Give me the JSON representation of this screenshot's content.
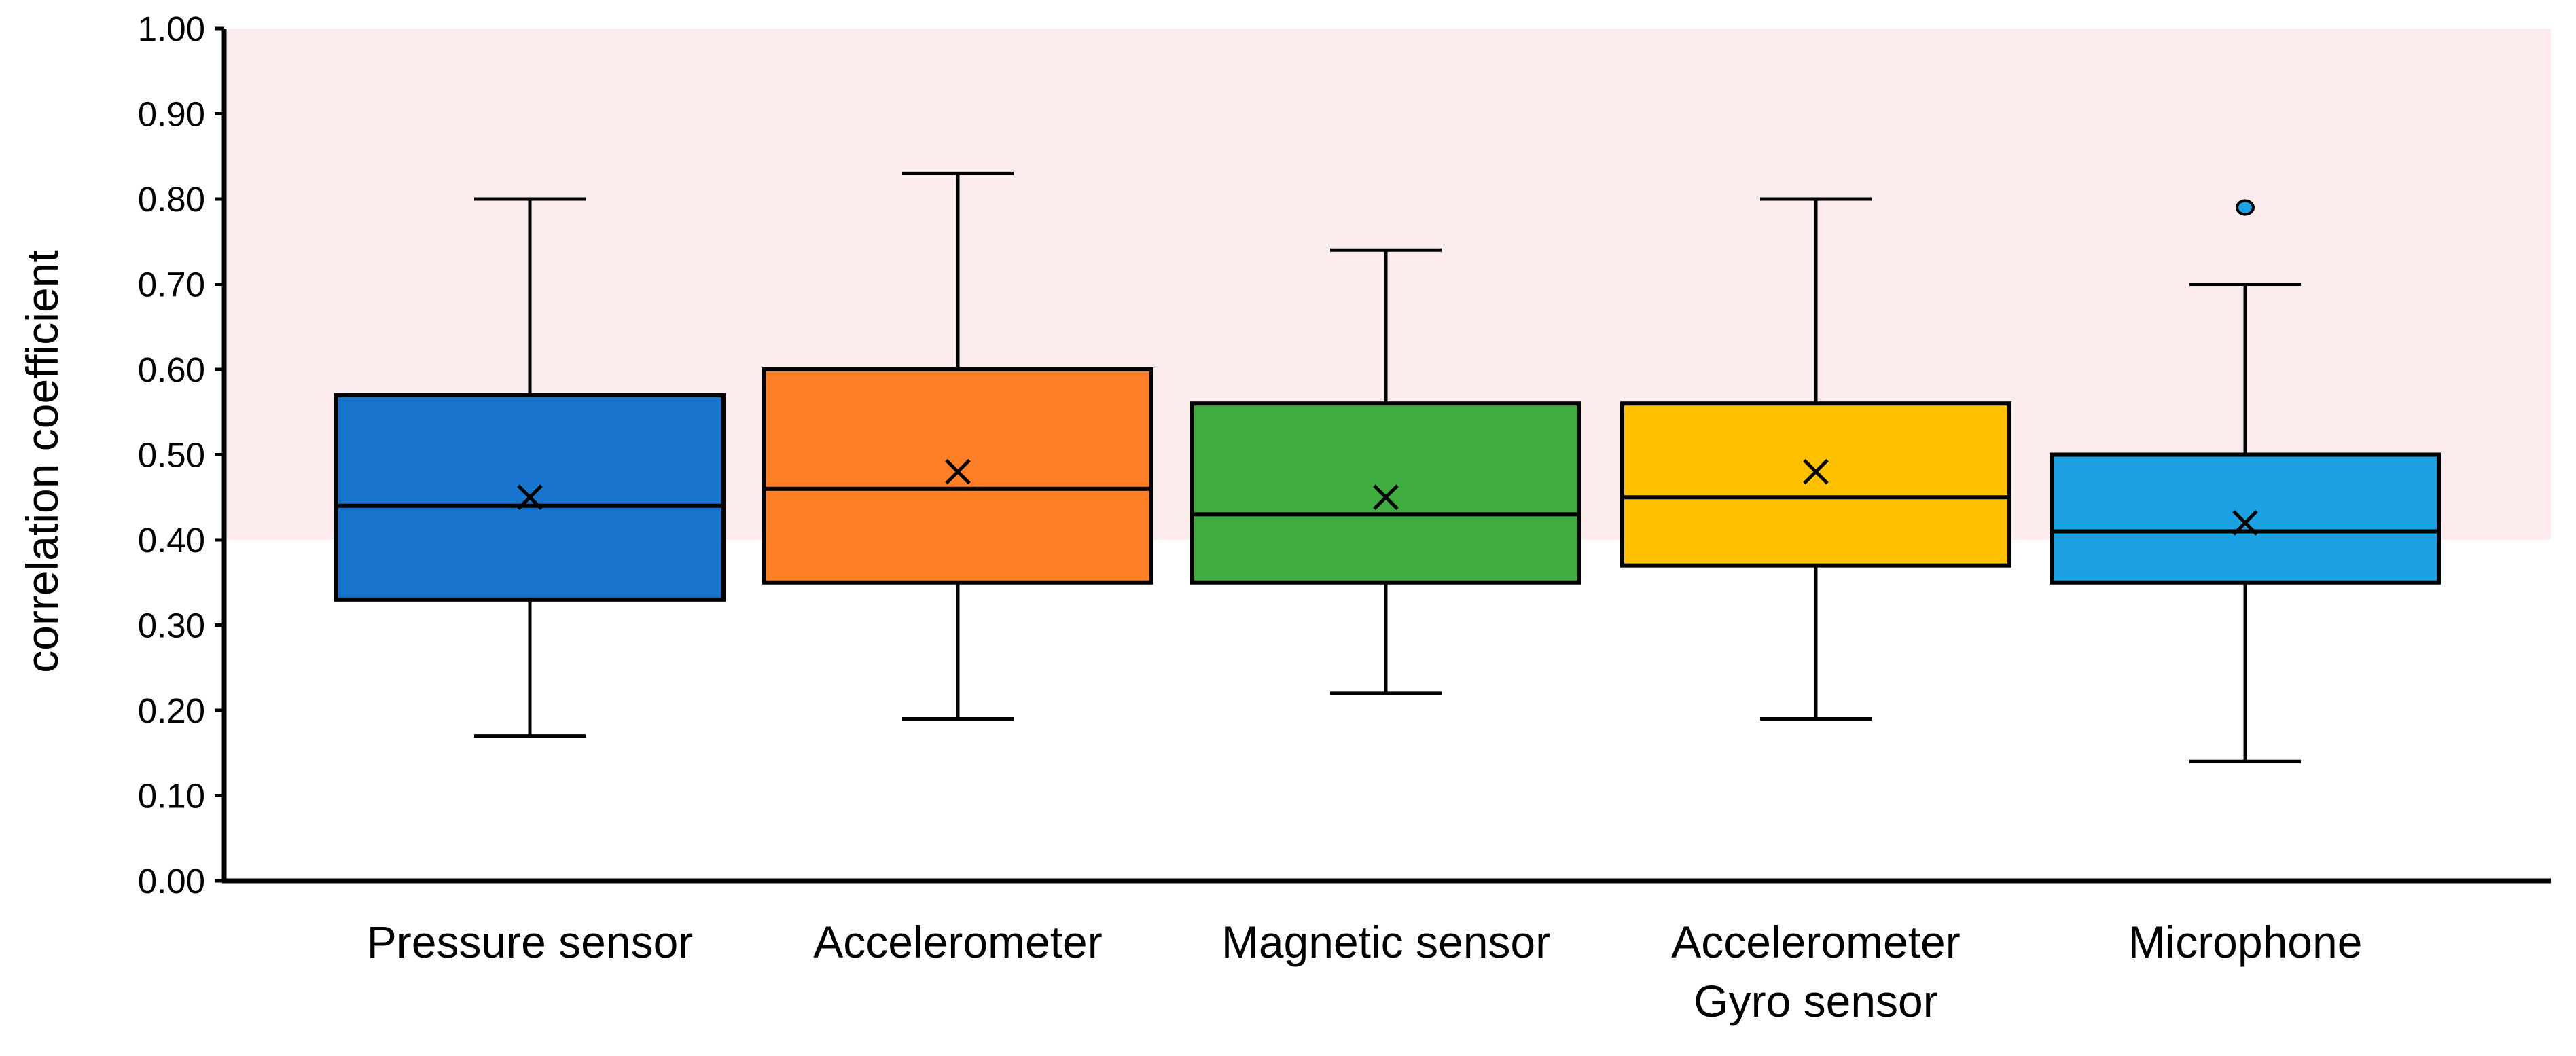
{
  "chart_data": {
    "type": "box",
    "title": "",
    "xlabel": "",
    "ylabel": "correlation coefficient",
    "ylim": [
      0,
      1
    ],
    "yticks": [
      "0.00",
      "0.10",
      "0.20",
      "0.30",
      "0.40",
      "0.50",
      "0.60",
      "0.70",
      "0.80",
      "0.90",
      "1.00"
    ],
    "grid": false,
    "legend": "none",
    "highlight_band": {
      "from": 0.4,
      "to": 1.0,
      "color": "#fdeced"
    },
    "categories": [
      {
        "label": [
          "Pressure sensor"
        ],
        "color": "#1874cd",
        "min": 0.17,
        "q1": 0.33,
        "median": 0.44,
        "q3": 0.57,
        "max": 0.8,
        "mean": 0.45,
        "outliers": []
      },
      {
        "label": [
          "Accelerometer"
        ],
        "color": "#ff7f27",
        "min": 0.19,
        "q1": 0.35,
        "median": 0.46,
        "q3": 0.6,
        "max": 0.83,
        "mean": 0.48,
        "outliers": []
      },
      {
        "label": [
          "Magnetic sensor"
        ],
        "color": "#3fac3f",
        "min": 0.22,
        "q1": 0.35,
        "median": 0.43,
        "q3": 0.56,
        "max": 0.74,
        "mean": 0.45,
        "outliers": []
      },
      {
        "label": [
          "Accelerometer",
          "Gyro sensor"
        ],
        "color": "#ffc000",
        "min": 0.19,
        "q1": 0.37,
        "median": 0.45,
        "q3": 0.56,
        "max": 0.8,
        "mean": 0.48,
        "outliers": []
      },
      {
        "label": [
          "Microphone"
        ],
        "color": "#1ba1e2",
        "min": 0.14,
        "q1": 0.35,
        "median": 0.41,
        "q3": 0.5,
        "max": 0.7,
        "mean": 0.42,
        "outliers": [
          0.79
        ]
      }
    ]
  }
}
